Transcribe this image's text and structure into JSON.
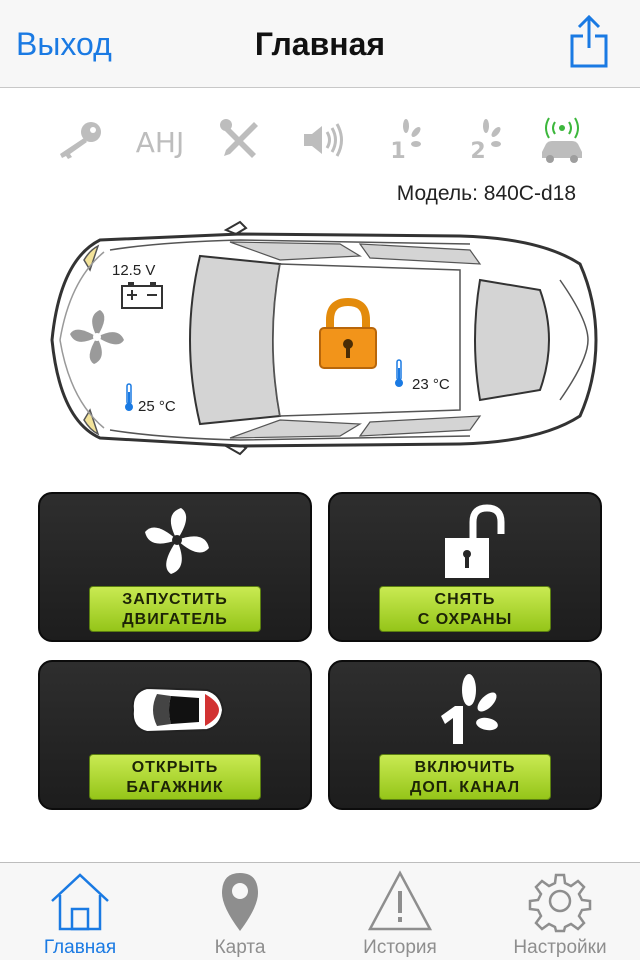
{
  "nav": {
    "back_label": "Выход",
    "title": "Главная"
  },
  "status_icons": [
    "key-icon",
    "ahj-icon",
    "tools-icon",
    "siren-icon",
    "channel-1-icon",
    "channel-2-icon",
    "car-signal-icon"
  ],
  "status_ahj_text": "AHJ",
  "status_channel_1": "1",
  "status_channel_2": "2",
  "model": "Модель: 840C-d18",
  "car": {
    "battery": "12.5 V",
    "engine_temp": "25 °C",
    "cabin_temp": "23 °C",
    "lock_state": "locked"
  },
  "commands": [
    {
      "line1": "ЗАПУСТИТЬ",
      "line2": "ДВИГАТЕЛЬ",
      "icon": "fan-icon"
    },
    {
      "line1": "СНЯТЬ",
      "line2": "С ОХРАНЫ",
      "icon": "unlock-icon"
    },
    {
      "line1": "ОТКРЫТЬ",
      "line2": "БАГАЖНИК",
      "icon": "car-trunk-icon"
    },
    {
      "line1": "ВКЛЮЧИТЬ",
      "line2": "ДОП. КАНАЛ",
      "icon": "aux-channel-icon"
    }
  ],
  "tabs": [
    {
      "label": "Главная",
      "active": true
    },
    {
      "label": "Карта",
      "active": false
    },
    {
      "label": "История",
      "active": false
    },
    {
      "label": "Настройки",
      "active": false
    }
  ],
  "colors": {
    "accent": "#1a7ae3",
    "button_label": "#b4dc3a",
    "lock": "#f08a10",
    "signal": "#3cb73c"
  }
}
